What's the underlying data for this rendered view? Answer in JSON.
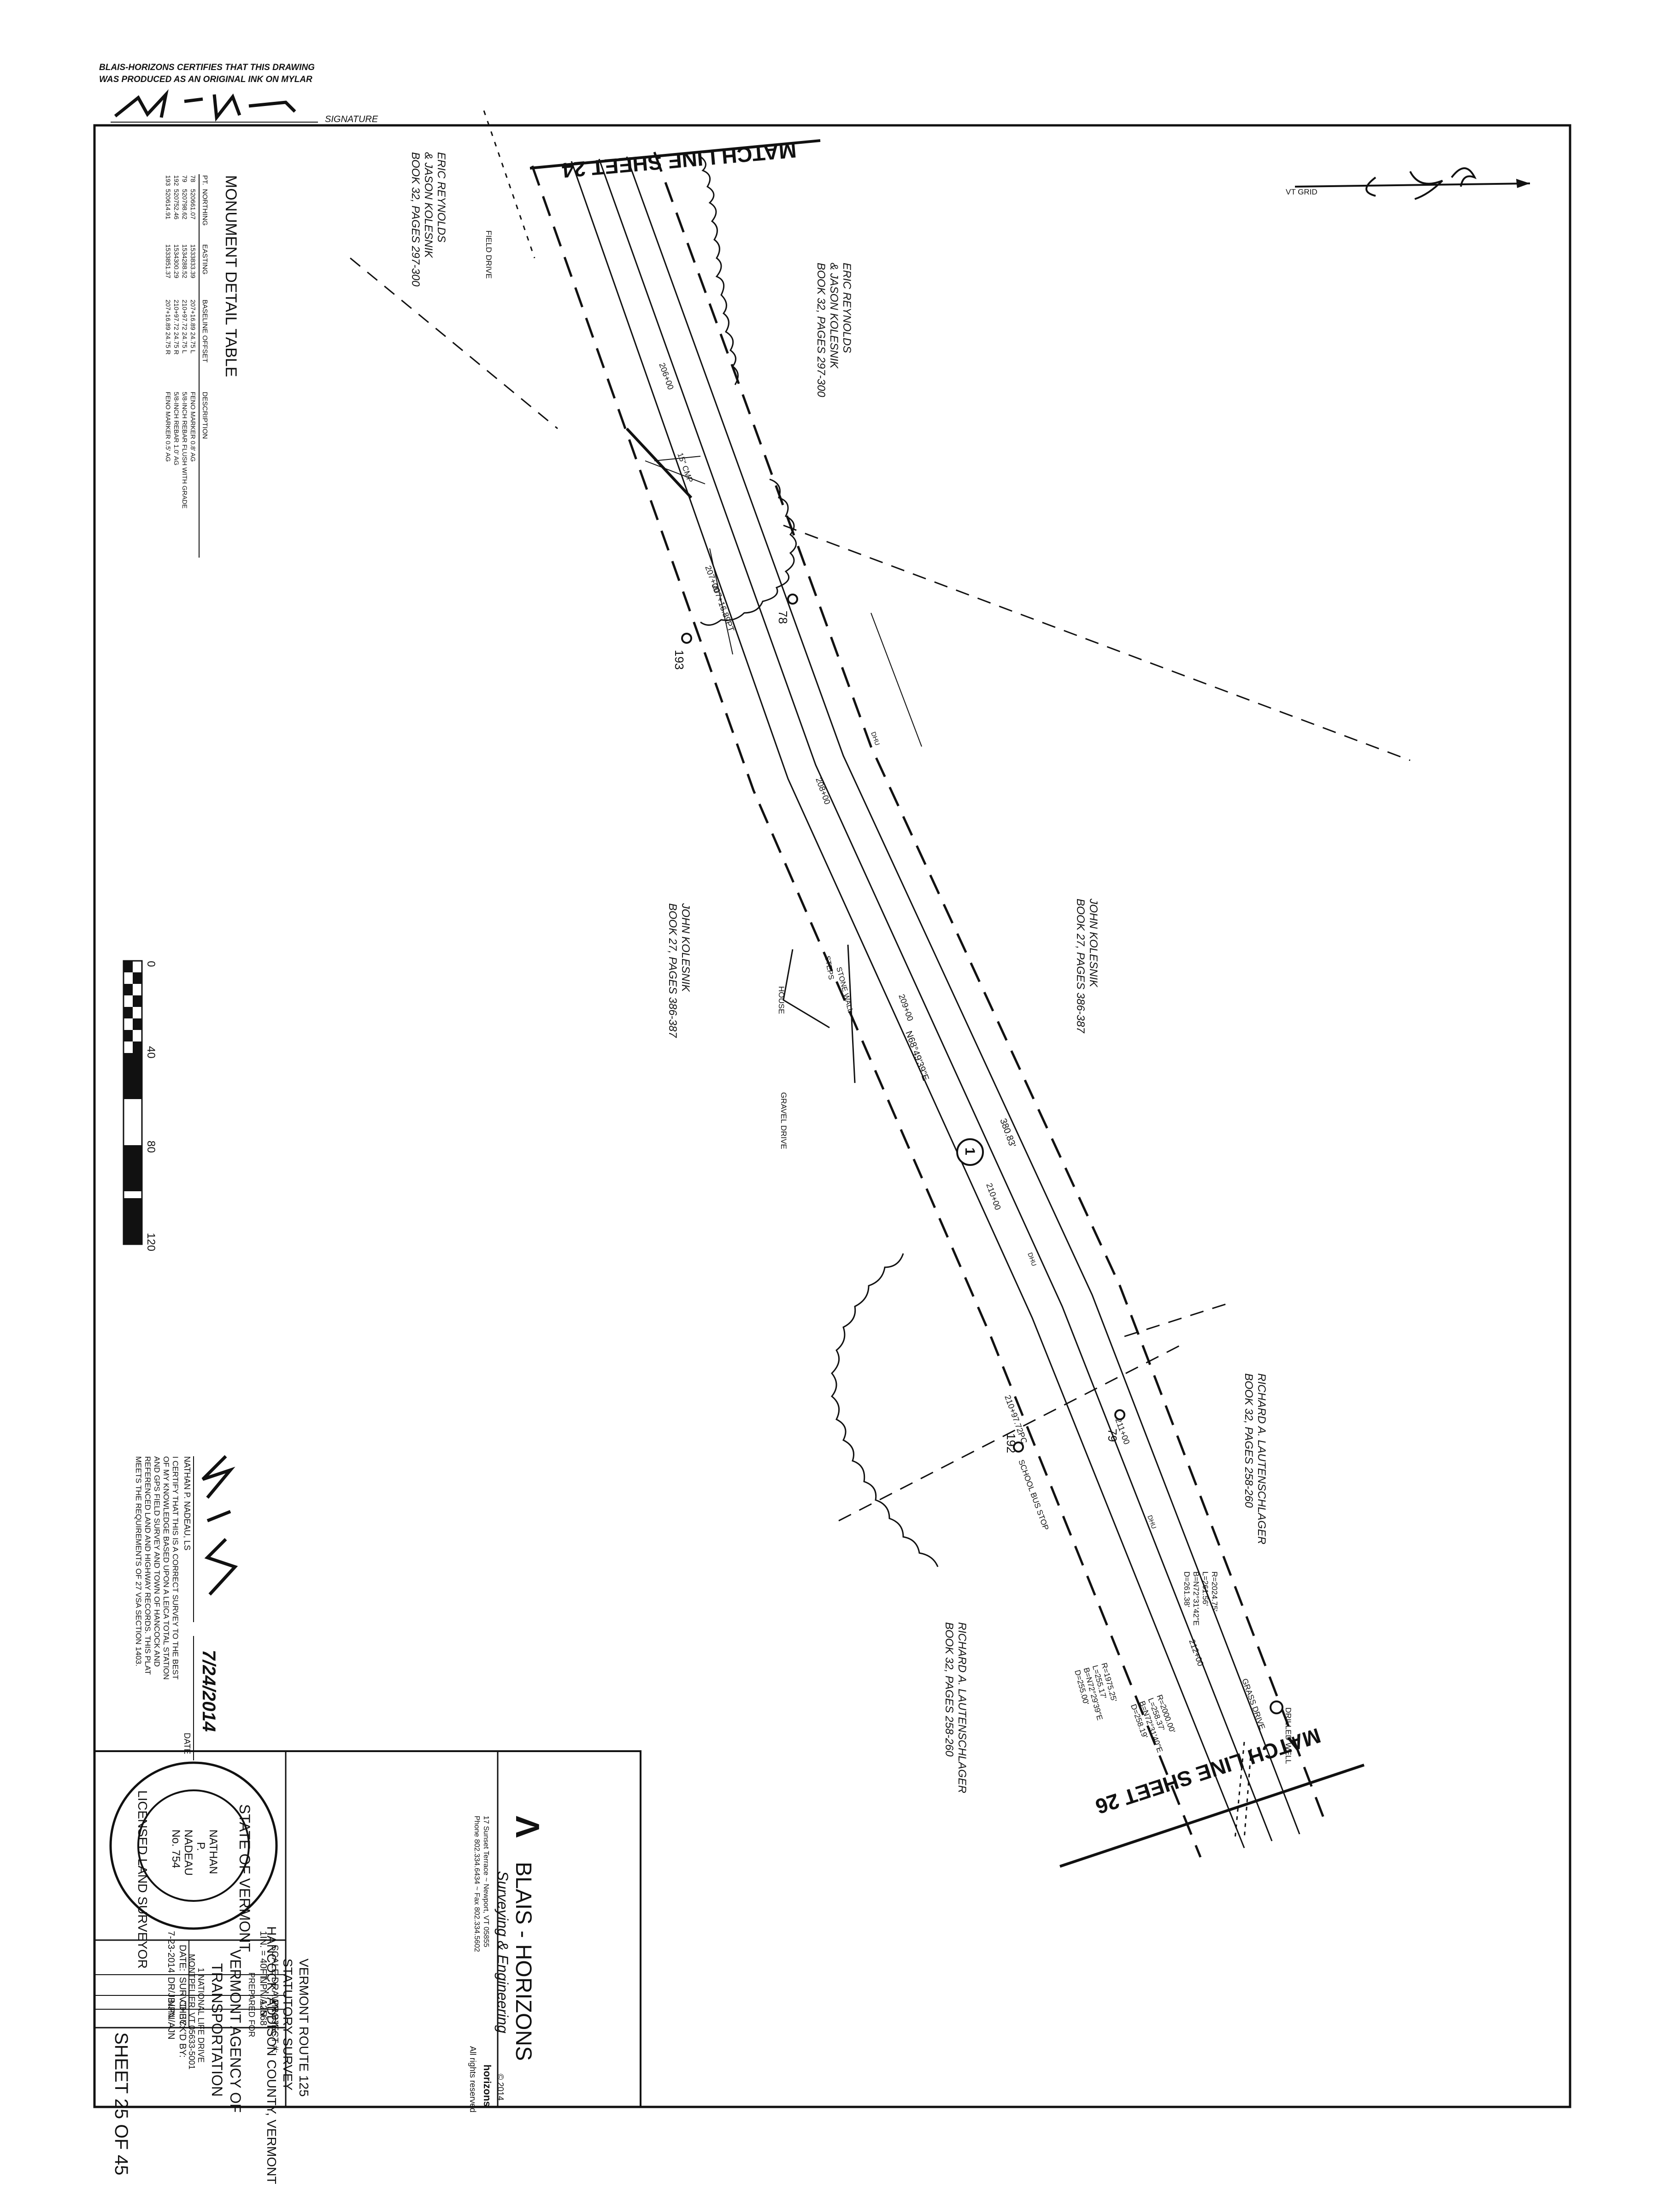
{
  "header": {
    "certify_line1": "BLAIS-HORIZONS CERTIFIES THAT THIS DRAWING",
    "certify_line2": "WAS PRODUCED AS AN ORIGINAL INK ON MYLAR",
    "signature_label": "SIGNATURE"
  },
  "north_arrow": {
    "label": "VT GRID"
  },
  "match_lines": {
    "top": "MATCH LINE SHEET 24",
    "bottom": "MATCH LINE SHEET 26"
  },
  "monument_table": {
    "title": "MONUMENT DETAIL TABLE",
    "headers": [
      "PT.",
      "NORTHING",
      "EASTING",
      "BASELINE OFFSET",
      "DESCRIPTION"
    ],
    "rows": [
      [
        "78",
        "520661.07",
        "1533833.39",
        "207+16.89 24.75 L",
        "FENO MARKER 0.8' AG"
      ],
      [
        "79",
        "520798.62",
        "1534288.52",
        "210+97.72 24.75 L",
        "5/8-INCH REBAR FLUSH WITH GRADE"
      ],
      [
        "192",
        "520752.46",
        "1534300.29",
        "210+97.72 24.75 R",
        "5/8-INCH REBAR 1.0' AG"
      ],
      [
        "193",
        "520614.91",
        "1533851.37",
        "207+16.89 24.75 R",
        "FENO MARKER 0.5' AG"
      ]
    ]
  },
  "owners": {
    "eric_left": [
      "ERIC REYNOLDS",
      "& JASON KOLESNIK",
      "BOOK 32, PAGES 297-300"
    ],
    "eric_right": [
      "ERIC REYNOLDS",
      "& JASON KOLESNIK",
      "BOOK 32, PAGES 297-300"
    ],
    "john_north": [
      "JOHN KOLESNIK",
      "BOOK 27, PAGES 386-387"
    ],
    "john_south": [
      "JOHN KOLESNIK",
      "BOOK 27, PAGES 386-387"
    ],
    "richard_north": [
      "RICHARD A. LAUTENSCHLAGER",
      "BOOK 32, PAGES 258-260"
    ],
    "richard_south": [
      "RICHARD A. LAUTENSCHLAGER",
      "BOOK 32, PAGES 258-260"
    ]
  },
  "stations": [
    "206+00",
    "207+00",
    "208+00",
    "209+00",
    "210+00",
    "211+00",
    "212+00"
  ],
  "points": [
    "78",
    "79",
    "192",
    "193"
  ],
  "labels": {
    "field_drive": "FIELD DRIVE",
    "house": "HOUSE",
    "gravel_drive": "GRAVEL DRIVE",
    "grass_drive": "GRASS DRIVE",
    "drilled_well": "DRILLED WELL",
    "stone_wall": "STONE WALL",
    "steps": "STEPS",
    "school_bus_stop": "SCHOOL BUS STOP",
    "pt": "207+16.89PT",
    "pc": "210+97.72PC",
    "bearing_main": "N68°49'39\"E",
    "length_main": "380.83'",
    "dhu": "DHU",
    "culvert": "15\" CMP",
    "circle_one": "1"
  },
  "curve_north": [
    "R=2024.75'",
    "L=261.56'",
    "B=N72°31'42\"E",
    "D=261.38'"
  ],
  "curve_mid": [
    "R=2000.00'",
    "L=258.37'",
    "B=N72°31'40\"E",
    "D=258.19'"
  ],
  "curve_south": [
    "R=1975.25'",
    "L=255.17'",
    "B=N72°29'39\"E",
    "D=255.00'"
  ],
  "scale_bar": {
    "ticks": [
      "0",
      "40",
      "80",
      "120"
    ]
  },
  "surveyor_cert": {
    "name": "NATHAN P. NADEAU, LS",
    "date_label": "DATE",
    "date_handwritten": "7/24/2014",
    "text": [
      "I CERTIFY THAT THIS IS A CORRECT SURVEY TO THE BEST",
      "OF MY KNOWLEDGE BASED UPON A LEICA TOTAL STATION",
      "AND GPS FIELD SURVEY AND TOWN OF HANCOCK AND",
      "REFERENCED LAND AND HIGHWAY RECORDS. THIS PLAT",
      "MEETS THE REQUIREMENTS OF 27 VSA SECTION 1403."
    ]
  },
  "title_block": {
    "company": "BLAIS - HORIZONS",
    "tagline": "Surveying & Engineering",
    "address1": "17 Sunset Terrace ~ Newport, VT 05855",
    "address2": "Phone 802.334.6434 ~ Fax 802.334.5602",
    "copyright": "© 2014",
    "logo_text": "horizons",
    "rights": "All rights reserved",
    "project_line1": "VERMONT ROUTE 125",
    "project_line2": "STATUTORY SURVEY",
    "project_line3": "HANCOCK, ADDISON COUNTY, VERMONT",
    "prepared_for": "PREPARED FOR",
    "client1": "VERMONT AGENCY OF",
    "client2": "TRANSPORTATION",
    "client_addr1": "1 NATIONAL LIFE DRIVE",
    "client_addr2": "MONTPELIER, VT 05633-5001",
    "cells": [
      [
        "SCALE",
        "1IN. = 40FT."
      ],
      [
        "DRAWN BY:",
        "NPN/AJN"
      ],
      [
        "PROJECT #:",
        "12568"
      ],
      [
        "DATE:",
        "7-23-2014"
      ],
      [
        "SURV'D BY:",
        "DR/JB/JN"
      ],
      [
        "CHECK'D BY:",
        "NPN/AJN"
      ]
    ],
    "sheet": "SHEET 25 OF 45"
  },
  "seal": {
    "top": "STATE OF VERMONT",
    "bottom": "LICENSED LAND SURVEYOR",
    "name1": "NATHAN",
    "name2": "P.",
    "name3": "NADEAU",
    "number": "No. 754"
  }
}
